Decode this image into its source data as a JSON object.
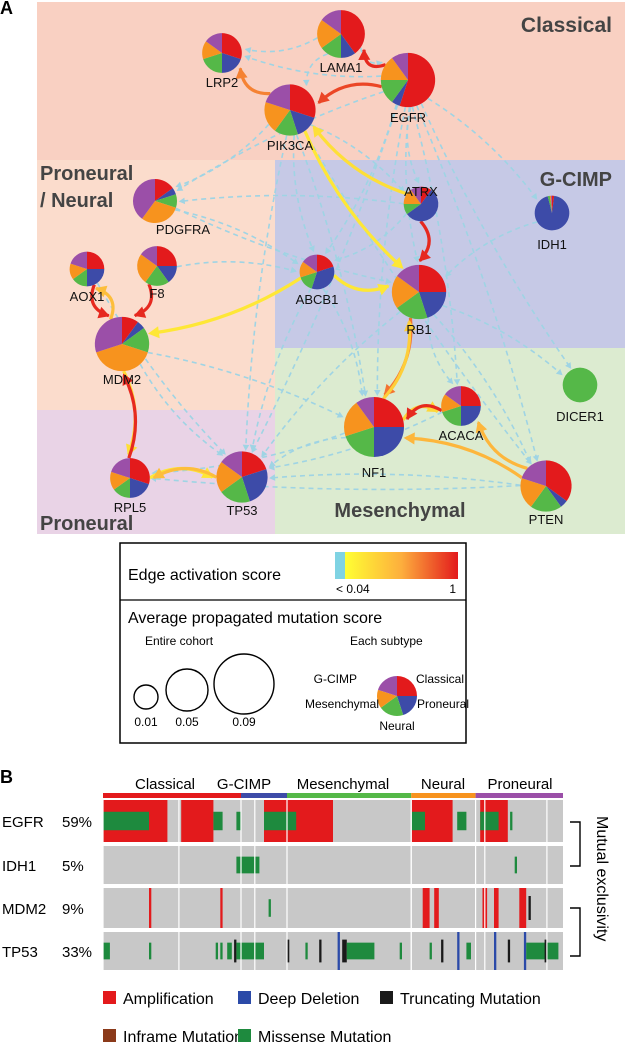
{
  "panel_a": {
    "label": "A",
    "regions": [
      {
        "id": "classical",
        "title": "Classical",
        "color": "#f9d0c2"
      },
      {
        "id": "proneural-neural",
        "title": "Proneural\n/ Neural",
        "color": "#fbdccc"
      },
      {
        "id": "gcimp",
        "title": "G-CIMP",
        "color": "#c6c9e6"
      },
      {
        "id": "proneural",
        "title": "Proneural",
        "color": "#e9d3e6"
      },
      {
        "id": "mesenchymal",
        "title": "Mesenchymal",
        "color": "#dcebd0"
      }
    ],
    "subtype_colors": {
      "Classical": "#e31a1c",
      "G-CIMP": "#3d4ba8",
      "Mesenchymal": "#55b848",
      "Neural": "#f7931e",
      "Proneural": "#9b4fa8"
    },
    "nodes": [
      {
        "id": "LAMA1",
        "label": "LAMA1",
        "size": 0.05,
        "slices": [
          0.4,
          0.1,
          0.15,
          0.2,
          0.15
        ]
      },
      {
        "id": "LRP2",
        "label": "LRP2",
        "size": 0.03,
        "slices": [
          0.3,
          0.2,
          0.2,
          0.15,
          0.15
        ]
      },
      {
        "id": "EGFR",
        "label": "EGFR",
        "size": 0.07,
        "slices": [
          0.55,
          0.05,
          0.15,
          0.15,
          0.1
        ]
      },
      {
        "id": "PIK3CA",
        "label": "PIK3CA",
        "size": 0.06,
        "slices": [
          0.3,
          0.15,
          0.15,
          0.2,
          0.2
        ]
      },
      {
        "id": "PDGFRA",
        "label": "PDGFRA",
        "size": 0.04,
        "slices": [
          0.15,
          0.05,
          0.1,
          0.3,
          0.4
        ]
      },
      {
        "id": "ATRX",
        "label": "ATRX",
        "size": 0.02,
        "slices": [
          0.1,
          0.55,
          0.1,
          0.15,
          0.1
        ]
      },
      {
        "id": "IDH1",
        "label": "IDH1",
        "size": 0.02,
        "slices": [
          0.02,
          0.94,
          0.02,
          0.01,
          0.01
        ]
      },
      {
        "id": "AOX1",
        "label": "AOX1",
        "size": 0.02,
        "slices": [
          0.25,
          0.25,
          0.15,
          0.15,
          0.2
        ]
      },
      {
        "id": "F8",
        "label": "F8",
        "size": 0.03,
        "slices": [
          0.25,
          0.15,
          0.2,
          0.25,
          0.15
        ]
      },
      {
        "id": "ABCB1",
        "label": "ABCB1",
        "size": 0.02,
        "slices": [
          0.2,
          0.35,
          0.15,
          0.15,
          0.15
        ]
      },
      {
        "id": "RB1",
        "label": "RB1",
        "size": 0.07,
        "slices": [
          0.25,
          0.2,
          0.2,
          0.2,
          0.15
        ]
      },
      {
        "id": "MDM2",
        "label": "MDM2",
        "size": 0.07,
        "slices": [
          0.1,
          0.05,
          0.15,
          0.4,
          0.3
        ]
      },
      {
        "id": "DICER1",
        "label": "DICER1",
        "size": 0.02,
        "slices": [
          0,
          0,
          1,
          0,
          0
        ]
      },
      {
        "id": "NF1",
        "label": "NF1",
        "size": 0.09,
        "slices": [
          0.25,
          0.25,
          0.2,
          0.2,
          0.1
        ]
      },
      {
        "id": "ACACA",
        "label": "ACACA",
        "size": 0.03,
        "slices": [
          0.25,
          0.25,
          0.2,
          0.15,
          0.15
        ]
      },
      {
        "id": "RPL5",
        "label": "RPL5",
        "size": 0.03,
        "slices": [
          0.3,
          0.2,
          0.15,
          0.15,
          0.2
        ]
      },
      {
        "id": "TP53",
        "label": "TP53",
        "size": 0.06,
        "slices": [
          0.2,
          0.25,
          0.2,
          0.2,
          0.15
        ]
      },
      {
        "id": "PTEN",
        "label": "PTEN",
        "size": 0.06,
        "slices": [
          0.35,
          0.05,
          0.2,
          0.2,
          0.2
        ]
      }
    ],
    "active_edges": [
      {
        "from": "EGFR",
        "to": "LAMA1",
        "score": 0.95
      },
      {
        "from": "EGFR",
        "to": "PIK3CA",
        "score": 0.85
      },
      {
        "from": "PIK3CA",
        "to": "LRP2",
        "score": 0.65
      },
      {
        "from": "PIK3CA",
        "to": "RB1",
        "score": 0.15
      },
      {
        "from": "ATRX",
        "to": "RB1",
        "score": 0.95
      },
      {
        "from": "ABCB1",
        "to": "RB1",
        "score": 0.15
      },
      {
        "from": "ABCB1",
        "to": "MDM2",
        "score": 0.15
      },
      {
        "from": "AOX1",
        "to": "MDM2",
        "score": 0.95
      },
      {
        "from": "F8",
        "to": "MDM2",
        "score": 0.95
      },
      {
        "from": "MDM2",
        "to": "AOX1",
        "score": 0.4
      },
      {
        "from": "MDM2",
        "to": "RPL5",
        "score": 0.2
      },
      {
        "from": "RPL5",
        "to": "MDM2",
        "score": 0.95
      },
      {
        "from": "RPL5",
        "to": "TP53",
        "score": 0.15
      },
      {
        "from": "TP53",
        "to": "RPL5",
        "score": 0.4
      },
      {
        "from": "RB1",
        "to": "NF1",
        "score": 0.7
      },
      {
        "from": "NF1",
        "to": "RB1",
        "score": 0.3
      },
      {
        "from": "NF1",
        "to": "ACACA",
        "score": 0.25
      },
      {
        "from": "ACACA",
        "to": "NF1",
        "score": 0.95
      },
      {
        "from": "PTEN",
        "to": "ACACA",
        "score": 0.45
      },
      {
        "from": "PTEN",
        "to": "NF1",
        "score": 0.45
      },
      {
        "from": "ATRX",
        "to": "PIK3CA",
        "score": 0.2
      }
    ],
    "inactive_edges": [
      [
        "EGFR",
        "LRP2"
      ],
      [
        "LAMA1",
        "PIK3CA"
      ],
      [
        "LAMA1",
        "LRP2"
      ],
      [
        "EGFR",
        "PDGFRA"
      ],
      [
        "PIK3CA",
        "PDGFRA"
      ],
      [
        "EGFR",
        "ATRX"
      ],
      [
        "EGFR",
        "IDH1"
      ],
      [
        "EGFR",
        "RB1"
      ],
      [
        "EGFR",
        "ABCB1"
      ],
      [
        "PIK3CA",
        "ABCB1"
      ],
      [
        "PIK3CA",
        "ATRX"
      ],
      [
        "PIK3CA",
        "TP53"
      ],
      [
        "PIK3CA",
        "NF1"
      ],
      [
        "PIK3CA",
        "PTEN"
      ],
      [
        "EGFR",
        "PTEN"
      ],
      [
        "EGFR",
        "DICER1"
      ],
      [
        "EGFR",
        "ACACA"
      ],
      [
        "EGFR",
        "NF1"
      ],
      [
        "EGFR",
        "TP53"
      ],
      [
        "PDGFRA",
        "RB1"
      ],
      [
        "PDGFRA",
        "ABCB1"
      ],
      [
        "ABCB1",
        "TP53"
      ],
      [
        "ABCB1",
        "NF1"
      ],
      [
        "RB1",
        "TP53"
      ],
      [
        "RB1",
        "PTEN"
      ],
      [
        "RB1",
        "ACACA"
      ],
      [
        "RB1",
        "DICER1"
      ],
      [
        "NF1",
        "TP53"
      ],
      [
        "NF1",
        "RPL5"
      ],
      [
        "PTEN",
        "TP53"
      ],
      [
        "PTEN",
        "RPL5"
      ],
      [
        "MDM2",
        "TP53"
      ],
      [
        "MDM2",
        "NF1"
      ],
      [
        "ATRX",
        "PDGFRA"
      ],
      [
        "ATRX",
        "ABCB1"
      ],
      [
        "IDH1",
        "RB1"
      ],
      [
        "F8",
        "ABCB1"
      ],
      [
        "AOX1",
        "TP53"
      ],
      [
        "ACACA",
        "TP53"
      ],
      [
        "LAMA1",
        "EGFR"
      ]
    ],
    "legend": {
      "edge_title": "Edge activation score",
      "edge_min": "< 0.04",
      "edge_max": "1",
      "node_title": "Average propagated mutation score",
      "cohort_label": "Entire cohort",
      "subtype_label": "Each subtype",
      "sizes": [
        "0.01",
        "0.05",
        "0.09"
      ],
      "pie_labels": {
        "gcimp": "G-CIMP",
        "classical": "Classical",
        "mesenchymal": "Mesenchymal",
        "proneural": "Proneural",
        "neural": "Neural"
      }
    }
  },
  "panel_b": {
    "label": "B",
    "subtypes": [
      {
        "name": "Classical",
        "frac": 0.3,
        "color": "#e31a1c"
      },
      {
        "name": "G-CIMP",
        "frac": 0.1,
        "color": "#3d4ba8"
      },
      {
        "name": "Mesenchymal",
        "frac": 0.27,
        "color": "#55b848"
      },
      {
        "name": "Neural",
        "frac": 0.14,
        "color": "#f7931e"
      },
      {
        "name": "Proneural",
        "frac": 0.19,
        "color": "#9b4fa8"
      }
    ],
    "genes": [
      {
        "name": "EGFR",
        "pct": "59%"
      },
      {
        "name": "IDH1",
        "pct": "5%"
      },
      {
        "name": "MDM2",
        "pct": "9%"
      },
      {
        "name": "TP53",
        "pct": "33%"
      }
    ],
    "side_label": "Mutual exclusivity",
    "alteration_colors": {
      "amp": "#e31a1c",
      "del": "#2b4aa8",
      "trunc": "#1a1a1a",
      "inframe": "#8b3a1a",
      "missense": "#1e8a3e"
    },
    "alterations": {
      "EGFR": [
        {
          "a": 0.0,
          "b": 0.14,
          "t": "amp"
        },
        {
          "a": 0.0,
          "b": 0.1,
          "t": "missense",
          "half": "top"
        },
        {
          "a": 0.17,
          "b": 0.24,
          "t": "amp"
        },
        {
          "a": 0.24,
          "b": 0.26,
          "t": "missense",
          "half": "top"
        },
        {
          "a": 0.29,
          "b": 0.3,
          "t": "missense",
          "half": "top"
        },
        {
          "a": 0.35,
          "b": 0.5,
          "t": "amp"
        },
        {
          "a": 0.35,
          "b": 0.42,
          "t": "missense",
          "half": "top"
        },
        {
          "a": 0.67,
          "b": 0.76,
          "t": "amp"
        },
        {
          "a": 0.67,
          "b": 0.7,
          "t": "missense",
          "half": "top"
        },
        {
          "a": 0.77,
          "b": 0.79,
          "t": "missense",
          "half": "top"
        },
        {
          "a": 0.82,
          "b": 0.88,
          "t": "amp"
        },
        {
          "a": 0.82,
          "b": 0.86,
          "t": "missense",
          "half": "top"
        },
        {
          "a": 0.885,
          "b": 0.89,
          "t": "missense",
          "half": "top"
        }
      ],
      "IDH1": [
        {
          "a": 0.29,
          "b": 0.34,
          "t": "missense"
        },
        {
          "a": 0.895,
          "b": 0.9,
          "t": "missense"
        }
      ],
      "MDM2": [
        {
          "a": 0.1,
          "b": 0.105,
          "t": "amp"
        },
        {
          "a": 0.255,
          "b": 0.26,
          "t": "amp"
        },
        {
          "a": 0.36,
          "b": 0.365,
          "t": "missense"
        },
        {
          "a": 0.695,
          "b": 0.71,
          "t": "amp"
        },
        {
          "a": 0.72,
          "b": 0.73,
          "t": "amp"
        },
        {
          "a": 0.825,
          "b": 0.835,
          "t": "amp"
        },
        {
          "a": 0.85,
          "b": 0.86,
          "t": "amp"
        },
        {
          "a": 0.905,
          "b": 0.92,
          "t": "amp"
        },
        {
          "a": 0.925,
          "b": 0.93,
          "t": "trunc"
        }
      ],
      "TP53": [
        {
          "a": 0.0,
          "b": 0.015,
          "t": "missense"
        },
        {
          "a": 0.1,
          "b": 0.105,
          "t": "missense"
        },
        {
          "a": 0.245,
          "b": 0.25,
          "t": "missense"
        },
        {
          "a": 0.255,
          "b": 0.26,
          "t": "missense"
        },
        {
          "a": 0.27,
          "b": 0.28,
          "t": "missense"
        },
        {
          "a": 0.285,
          "b": 0.29,
          "t": "trunc"
        },
        {
          "a": 0.29,
          "b": 0.35,
          "t": "missense"
        },
        {
          "a": 0.4,
          "b": 0.405,
          "t": "trunc"
        },
        {
          "a": 0.44,
          "b": 0.445,
          "t": "missense"
        },
        {
          "a": 0.47,
          "b": 0.475,
          "t": "trunc"
        },
        {
          "a": 0.51,
          "b": 0.515,
          "t": "del"
        },
        {
          "a": 0.52,
          "b": 0.53,
          "t": "trunc"
        },
        {
          "a": 0.53,
          "b": 0.59,
          "t": "missense"
        },
        {
          "a": 0.645,
          "b": 0.65,
          "t": "missense"
        },
        {
          "a": 0.71,
          "b": 0.715,
          "t": "missense"
        },
        {
          "a": 0.735,
          "b": 0.74,
          "t": "trunc"
        },
        {
          "a": 0.77,
          "b": 0.775,
          "t": "del"
        },
        {
          "a": 0.79,
          "b": 0.8,
          "t": "missense"
        },
        {
          "a": 0.85,
          "b": 0.855,
          "t": "del"
        },
        {
          "a": 0.88,
          "b": 0.885,
          "t": "trunc"
        },
        {
          "a": 0.915,
          "b": 0.92,
          "t": "del"
        },
        {
          "a": 0.92,
          "b": 0.99,
          "t": "missense"
        },
        {
          "a": 0.96,
          "b": 0.965,
          "t": "trunc"
        }
      ]
    },
    "legend": [
      {
        "key": "amp",
        "label": "Amplification"
      },
      {
        "key": "del",
        "label": "Deep Deletion"
      },
      {
        "key": "trunc",
        "label": "Truncating Mutation"
      },
      {
        "key": "inframe",
        "label": "Inframe Mutation"
      },
      {
        "key": "missense",
        "label": "Missense Mutation"
      }
    ]
  }
}
